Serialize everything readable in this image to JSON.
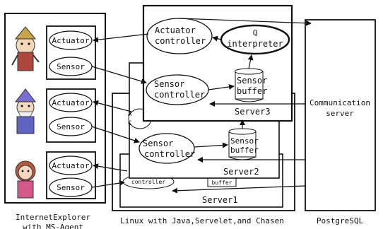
{
  "labels": {
    "ie": "InternetExplorer",
    "ie2": "with MS-Agent",
    "linux": "Linux with Java,Servelet,and Chasen",
    "postgres": "PostgreSQL",
    "comm1": "Communication",
    "comm2": "server",
    "server1": "Server1",
    "server2": "Server2",
    "server3": "Server3",
    "actuator": "Actuator",
    "sensor": "Sensor",
    "act_ctrl1": "Actuator",
    "act_ctrl2": "controller",
    "q1": "Q",
    "q2": "interpreter",
    "sens_ctrl1": "Sensor",
    "sens_ctrl2": "controller",
    "buf1": "Sensor",
    "buf2": "buffer",
    "s1_ctrl": "controller",
    "s1_buf": "buffer",
    "s2_fragA": "A",
    "s2_fragC": "C"
  }
}
